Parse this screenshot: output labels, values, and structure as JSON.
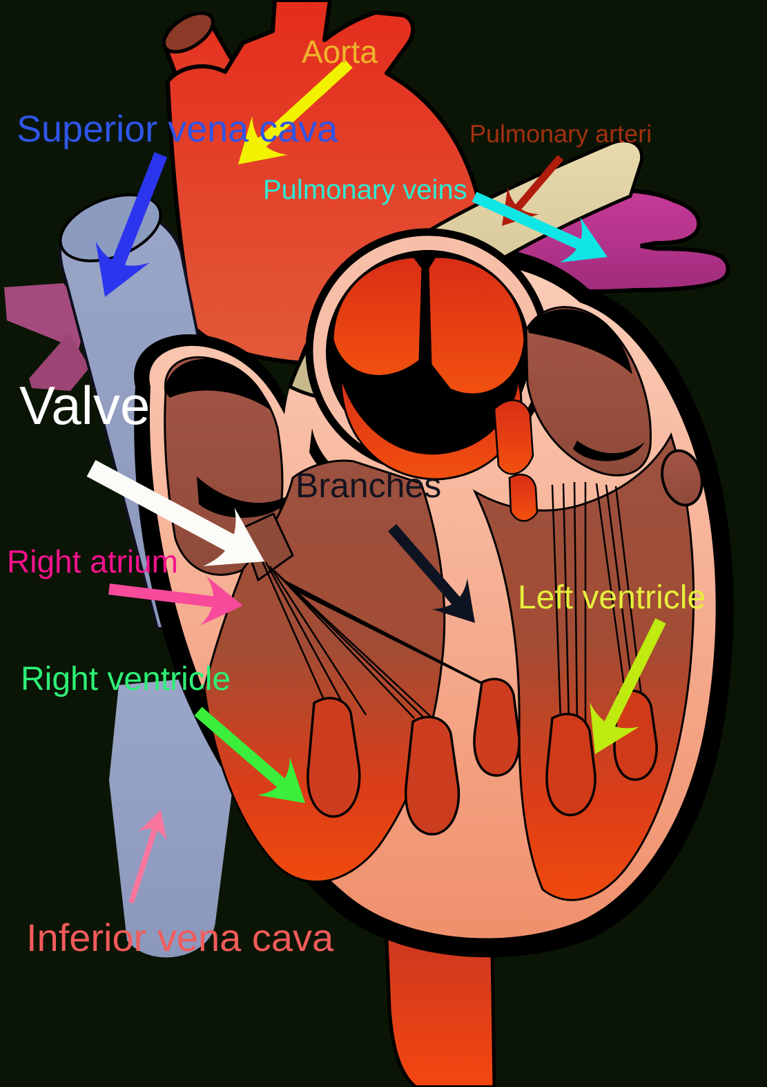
{
  "figure": {
    "type": "anatomical-diagram",
    "subject": "Human heart cross-section with labeled parts"
  },
  "palette": {
    "background": "#0A1505",
    "outline": "#000000",
    "heart_wall_peach": "#F8BFA8",
    "chamber_brown": "#9B5140",
    "chamber_red": "#EF4A0D",
    "aorta_red": "#E5301F",
    "vena_cava_blue_gray": "#96A3C5",
    "pulmonary_artery_tan": "#E0D2A2",
    "pulmonary_vein_magenta": "#C43897"
  },
  "labels": {
    "aorta": {
      "text": "Aorta",
      "color": "#F0B42C",
      "arrow_color": "#F2F200"
    },
    "superior_vena_cava": {
      "text": "Superior vena cava",
      "color": "#2F55E8",
      "arrow_color": "#2B35EE"
    },
    "pulmonary_arteri": {
      "text": "Pulmonary arteri",
      "color": "#A23110",
      "arrow_color": "#B01C0C"
    },
    "pulmonary_veins": {
      "text": "Pulmonary veins",
      "color": "#2FE9D3",
      "arrow_color": "#10E6E6"
    },
    "valve": {
      "text": "Valve",
      "color": "#FFFFFF",
      "arrow_color": "#FBFBF7"
    },
    "branches": {
      "text": "Branches",
      "color": "#14141F",
      "arrow_color": "#0E1322"
    },
    "right_atrium": {
      "text": "Right atrium",
      "color": "#F3128D",
      "arrow_color": "#F74A9B"
    },
    "right_ventricle": {
      "text": "Right ventricle",
      "color": "#2EF077",
      "arrow_color": "#3BEE3B"
    },
    "left_ventricle": {
      "text": "Left ventricle",
      "color": "#E6EF3B",
      "arrow_color": "#BFEB10"
    },
    "inferior_vena_cava": {
      "text": "Inferior vena cava",
      "color": "#F25B5B",
      "arrow_color": "#F9779E"
    }
  }
}
